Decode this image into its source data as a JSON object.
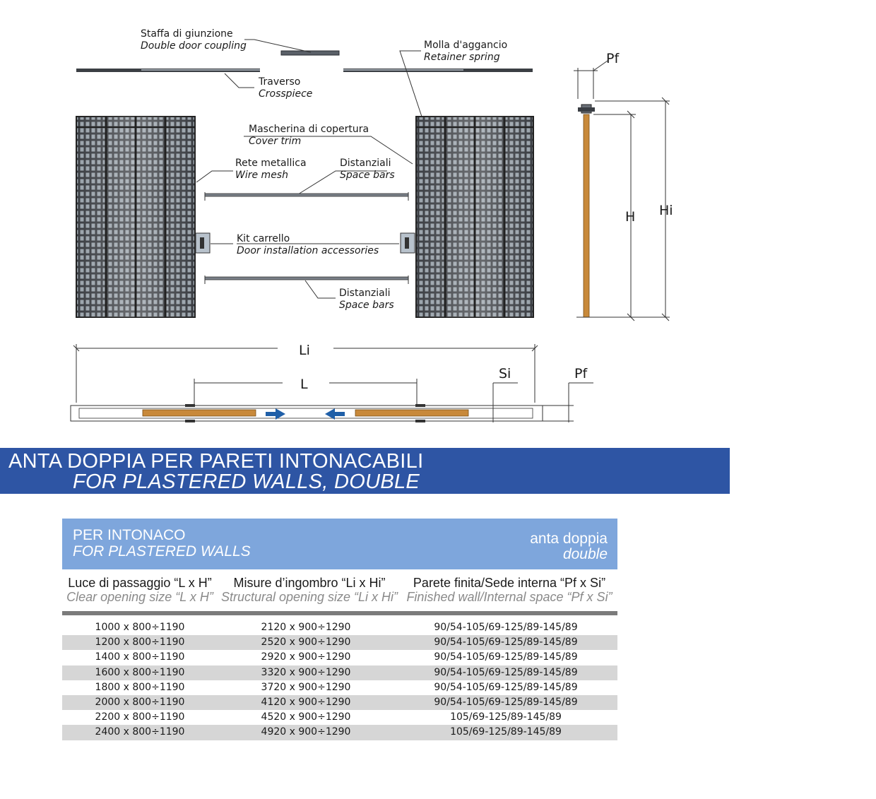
{
  "labels": {
    "coupling": {
      "it": "Staffa di giunzione",
      "en": "Double door coupling"
    },
    "spring": {
      "it": "Molla d'aggancio",
      "en": "Retainer spring"
    },
    "crosspiece": {
      "it": "Traverso",
      "en": "Crosspiece"
    },
    "trim": {
      "it": "Mascherina di copertura",
      "en": "Cover trim"
    },
    "mesh": {
      "it": "Rete metallica",
      "en": "Wire mesh"
    },
    "spacebars1": {
      "it": "Distanziali",
      "en": "Space bars"
    },
    "kit": {
      "it": "Kit carrello",
      "en": "Door installation accessories"
    },
    "spacebars2": {
      "it": "Distanziali",
      "en": "Space bars"
    }
  },
  "dims": {
    "pf_top": "Pf",
    "h": "H",
    "hi": "Hi",
    "li": "Li",
    "l": "L",
    "si": "Si",
    "pf_bottom": "Pf"
  },
  "banner": {
    "title_it": "ANTA DOPPIA PER PARETI INTONACABILI",
    "title_en": "FOR PLASTERED WALLS, DOUBLE"
  },
  "table": {
    "head_left_it": "PER INTONACO",
    "head_left_en": "FOR PLASTERED WALLS",
    "head_right_it": "anta doppia",
    "head_right_en": "double",
    "columns": [
      {
        "it": "Luce di passaggio “L x H”",
        "en": "Clear opening size “L x H”"
      },
      {
        "it": "Misure d’ingombro “Li x Hi”",
        "en": "Structural opening size “Li x Hi”"
      },
      {
        "it": "Parete finita/Sede interna “Pf x Si”",
        "en": "Finished wall/Internal space “Pf x Si”"
      }
    ],
    "rows": [
      [
        "1000 x 800÷1190",
        "2120 x 900÷1290",
        "90/54-105/69-125/89-145/89"
      ],
      [
        "1200 x 800÷1190",
        "2520 x 900÷1290",
        "90/54-105/69-125/89-145/89"
      ],
      [
        "1400 x 800÷1190",
        "2920 x 900÷1290",
        "90/54-105/69-125/89-145/89"
      ],
      [
        "1600 x 800÷1190",
        "3320 x 900÷1290",
        "90/54-105/69-125/89-145/89"
      ],
      [
        "1800 x 800÷1190",
        "3720 x 900÷1290",
        "90/54-105/69-125/89-145/89"
      ],
      [
        "2000 x 800÷1190",
        "4120 x 900÷1290",
        "90/54-105/69-125/89-145/89"
      ],
      [
        "2200 x 800÷1190",
        "4520 x 900÷1290",
        "105/69-125/89-145/89"
      ],
      [
        "2400 x 800÷1190",
        "4920 x 900÷1290",
        "105/69-125/89-145/89"
      ]
    ]
  },
  "colors": {
    "banner": "#2e55a4",
    "table_head": "#7ea6dc",
    "wood": "#c8893a",
    "arrow": "#1f5fa8"
  }
}
